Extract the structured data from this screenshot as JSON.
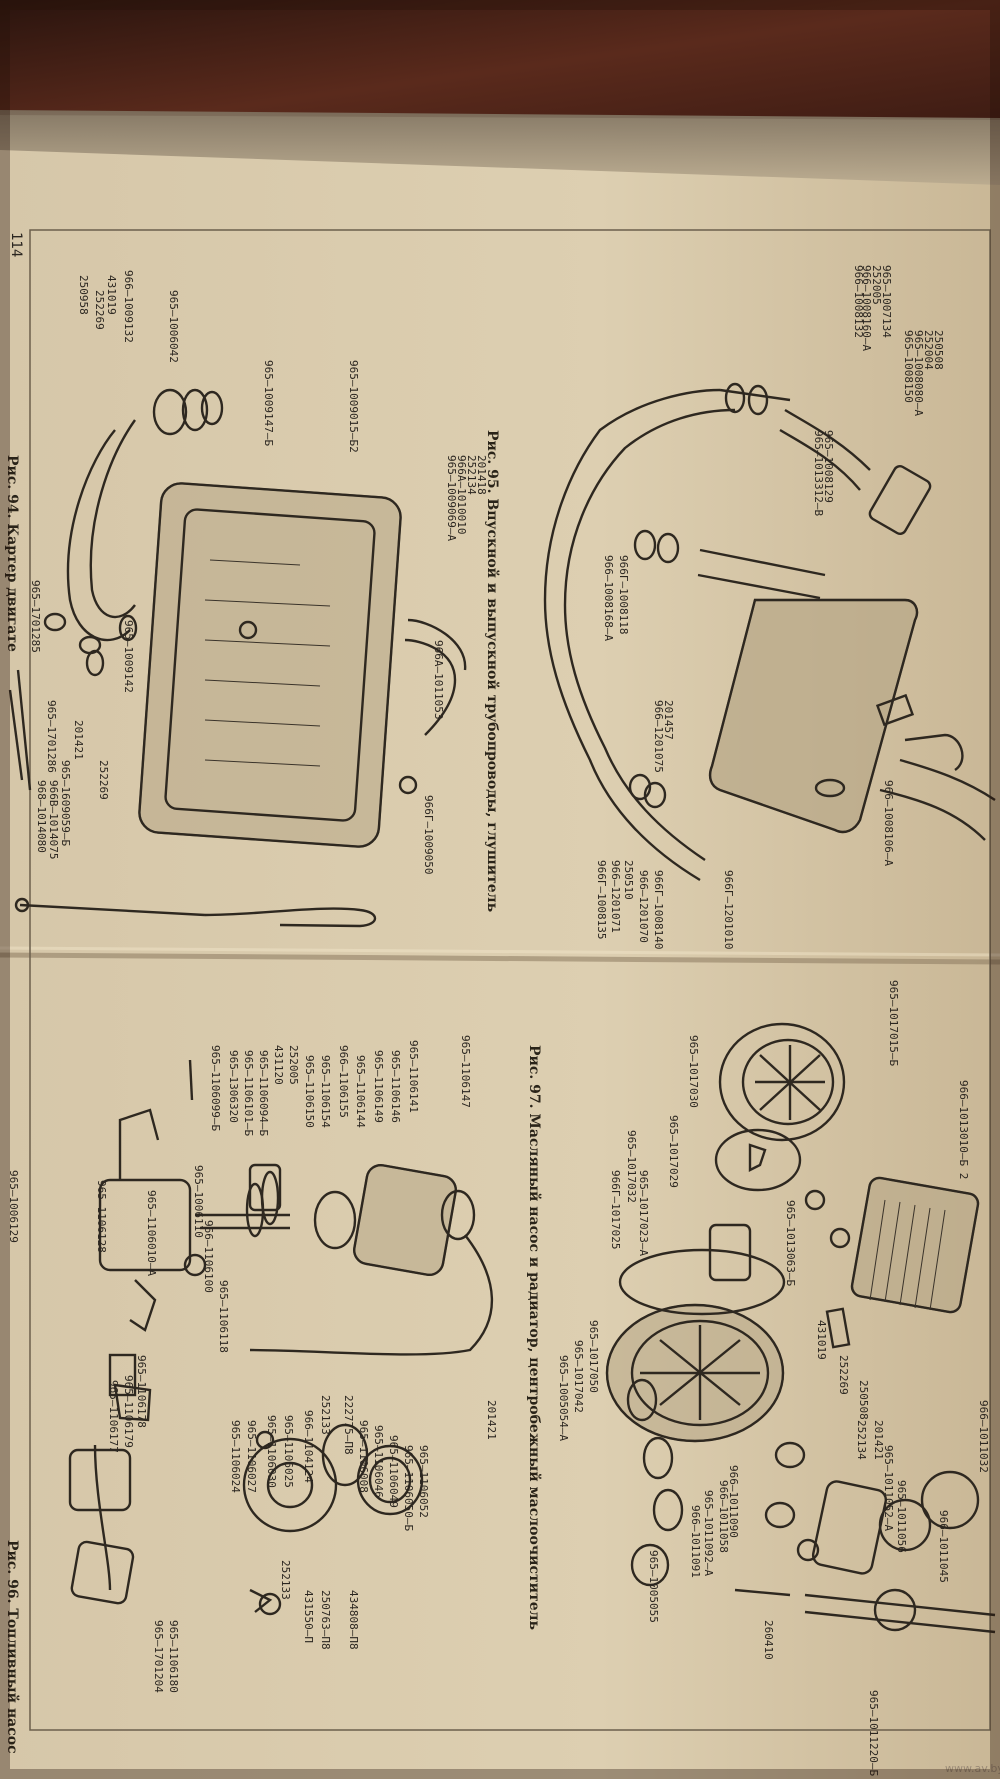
{
  "page": {
    "number": "114",
    "watermark": "www.av.by"
  },
  "captions": {
    "fig94": "Рис. 94. Картер двигате",
    "fig95": "Рис. 95. Впускной и выпускной трубопроводы, глушитель",
    "fig96": "Рис. 96. Топливный насос",
    "fig97": "Рис. 97. Масляный насос и радиатор, центробежный маслоочиститель"
  },
  "labels": {
    "fig94": [
      "965—1009147—Б",
      "965—1009015—Б2",
      "965—1006042",
      "966—1009132",
      "431019",
      "252269",
      "250958",
      "965—1009142",
      "965—1701285",
      "965—1701286",
      "201421",
      "252269",
      "965—1609059—Б",
      "966В—1014075",
      "968—1014080",
      "966Г—1009050",
      "966А—1011053"
    ],
    "fig95": [
      "201418",
      "252134",
      "966А—1010010",
      "965—1009069—А",
      "965—1007134",
      "252005",
      "966—1008160—А",
      "966—1008132",
      "250508",
      "252004",
      "965—1008080—А",
      "965—1008150",
      "965—1008129",
      "965—1013312—В",
      "966Г—1008118",
      "966—1008168—А",
      "201457",
      "966—1201075",
      "966Г—1008140",
      "966—1201070",
      "250510",
      "966—1201071",
      "966Г—1008135",
      "966Г—1201010",
      "966—1008106—А"
    ],
    "fig96": [
      "965—1106147",
      "965—1106141",
      "965—1106146",
      "965—1106149",
      "965—1106144",
      "966—1106155",
      "965—1106154",
      "965—1106150",
      "252005",
      "431120",
      "965—1106094—Б",
      "965—1106101—Б",
      "965—1306320",
      "965—1106099—Б",
      "965—1006110",
      "965—1106128",
      "965—1106010—А",
      "965—1006129",
      "966—1106100",
      "965—1106118",
      "965—1106178",
      "965—1106179",
      "965—1106177",
      "966—1104124",
      "965—1106025",
      "965—1106030",
      "965—1106027",
      "965—1106024",
      "252133",
      "222775—П8",
      "965—1106008",
      "965—1106046",
      "965—1106049",
      "965—1106050—Б",
      "965—1106052",
      "201421",
      "434808—П8",
      "250763—П8",
      "431550—П",
      "252133",
      "965—1106180",
      "965—1701204"
    ],
    "fig97": [
      "966—1013010—Б 2",
      "965—1017015—Б",
      "965—1017030",
      "965—1017029",
      "965—1017023—А",
      "965—1017032",
      "966Г—1017025",
      "965—1013063—Б",
      "431019",
      "252269",
      "250508",
      "252134",
      "201421",
      "965—1011052—А",
      "965—1011056",
      "965—1017050",
      "965—1017042",
      "965—1005054—А",
      "965—1005055",
      "966—1011090",
      "966—1011058",
      "965—1011092—А",
      "966—1011091",
      "260410",
      "965—1011220—Б",
      "966—1011032",
      "966—1011045"
    ]
  }
}
